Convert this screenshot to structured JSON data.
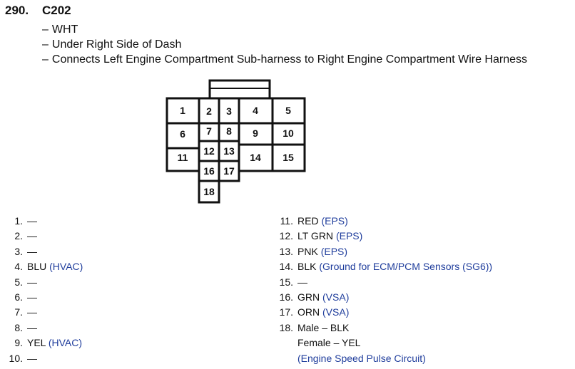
{
  "header": {
    "number": "290.",
    "title": "C202",
    "lines": [
      "WHT",
      "Under Right Side of Dash",
      "Connects Left Engine Compartment Sub-harness to Right Engine Compartment Wire Harness"
    ]
  },
  "connector": {
    "cavities": [
      "1",
      "2",
      "3",
      "4",
      "5",
      "6",
      "7",
      "8",
      "9",
      "10",
      "11",
      "12",
      "13",
      "14",
      "15",
      "16",
      "17",
      "18"
    ]
  },
  "pins_left": [
    {
      "num": "1.",
      "wire": "—",
      "circuit": ""
    },
    {
      "num": "2.",
      "wire": "—",
      "circuit": ""
    },
    {
      "num": "3.",
      "wire": "—",
      "circuit": ""
    },
    {
      "num": "4.",
      "wire": "BLU",
      "circuit": "(HVAC)"
    },
    {
      "num": "5.",
      "wire": "—",
      "circuit": ""
    },
    {
      "num": "6.",
      "wire": "—",
      "circuit": ""
    },
    {
      "num": "7.",
      "wire": "—",
      "circuit": ""
    },
    {
      "num": "8.",
      "wire": "—",
      "circuit": ""
    },
    {
      "num": "9.",
      "wire": "YEL",
      "circuit": "(HVAC)"
    },
    {
      "num": "10.",
      "wire": "—",
      "circuit": ""
    }
  ],
  "pins_right": [
    {
      "num": "11.",
      "wire": "RED",
      "circuit": "(EPS)"
    },
    {
      "num": "12.",
      "wire": "LT GRN",
      "circuit": "(EPS)"
    },
    {
      "num": "13.",
      "wire": "PNK",
      "circuit": "(EPS)"
    },
    {
      "num": "14.",
      "wire": "BLK",
      "circuit": "(Ground for ECM/PCM Sensors (SG6))"
    },
    {
      "num": "15.",
      "wire": "—",
      "circuit": ""
    },
    {
      "num": "16.",
      "wire": "GRN",
      "circuit": "(VSA)"
    },
    {
      "num": "17.",
      "wire": "ORN",
      "circuit": "(VSA)"
    },
    {
      "num": "18.",
      "wire": "Male – BLK",
      "circuit": ""
    }
  ],
  "pin18_extra": {
    "female": "Female – YEL",
    "circuit": "(Engine Speed Pulse Circuit)"
  }
}
